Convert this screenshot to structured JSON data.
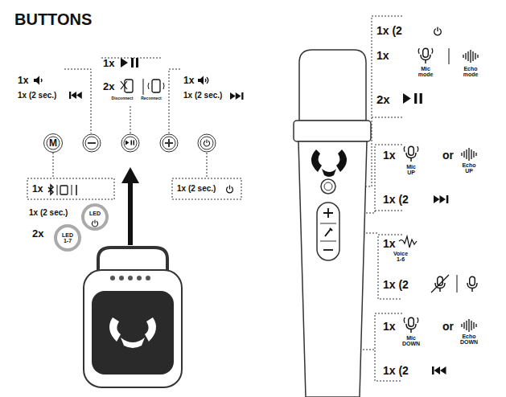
{
  "diagram": {
    "title": "BUTTONS",
    "nodes": [
      {
        "text": [
          "M"
        ]
      },
      {
        "text": [
          "LED"
        ]
      },
      {
        "text": [
          "LED 1-7"
        ]
      }
    ],
    "labels": [
      "1x",
      "2x",
      "Disconnect",
      "Reconnect",
      "1x",
      "1x (2 sec.)",
      "1x",
      "1x (2 sec.)",
      "1x",
      "1x (2 sec.)",
      "1x (2 sec.)",
      "2x",
      "1x (2",
      "1x",
      "Mic mode",
      "Echo mode",
      "2x",
      "1x",
      "or",
      "Mic UP",
      "Echo UP",
      "1x (2",
      "1x",
      "Voice 1-6",
      "1x (2",
      "1x",
      "or",
      "Mic DOWN",
      "Echo DOWN",
      "1x (2"
    ]
  }
}
